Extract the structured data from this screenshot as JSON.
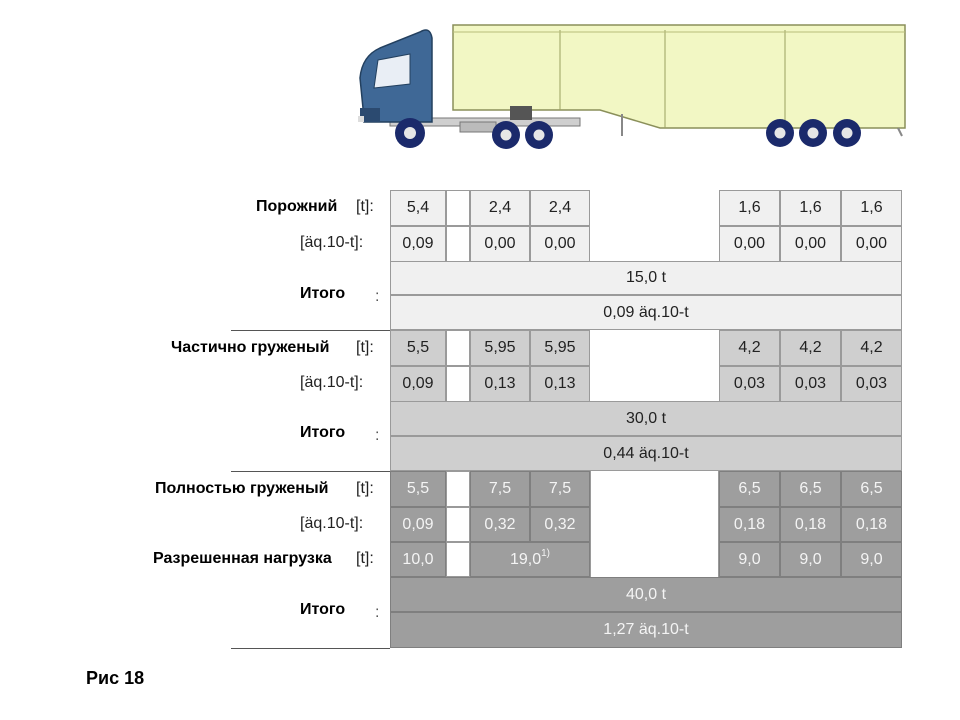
{
  "sections": [
    {
      "label": "Порожний",
      "unit_t": "[t]:",
      "unit_aq": "[äq.10-t]:",
      "t": [
        "5,4",
        "2,4",
        "2,4",
        "1,6",
        "1,6",
        "1,6"
      ],
      "aq": [
        "0,09",
        "0,00",
        "0,00",
        "0,00",
        "0,00",
        "0,00"
      ],
      "total_label": "Итого",
      "total_colon": ":",
      "total_t": "15,0 t",
      "total_aq": "0,09 äq.10-t"
    },
    {
      "label": "Частично груженый",
      "unit_t": "[t]:",
      "unit_aq": "[äq.10-t]:",
      "t": [
        "5,5",
        "5,95",
        "5,95",
        "4,2",
        "4,2",
        "4,2"
      ],
      "aq": [
        "0,09",
        "0,13",
        "0,13",
        "0,03",
        "0,03",
        "0,03"
      ],
      "total_label": "Итого",
      "total_colon": ":",
      "total_t": "30,0 t",
      "total_aq": "0,44 äq.10-t"
    },
    {
      "label": "Полностью груженый",
      "unit_t": "[t]:",
      "unit_aq": "[äq.10-t]:",
      "t": [
        "5,5",
        "7,5",
        "7,5",
        "6,5",
        "6,5",
        "6,5"
      ],
      "aq": [
        "0,09",
        "0,32",
        "0,32",
        "0,18",
        "0,18",
        "0,18"
      ],
      "permitted_label": "Разрешенная нагрузка",
      "permitted_unit": "[t]:",
      "permitted": [
        "10,0",
        "19,0",
        "9,0",
        "9,0",
        "9,0"
      ],
      "permitted_footnote": "1)",
      "total_label": "Итого",
      "total_colon": ":",
      "total_t": "40,0 t",
      "total_aq": "1,27 äq.10-t"
    }
  ],
  "figure_caption": "Рис 18",
  "colors": {
    "cab": "#3f6896",
    "trailer": "#f2f7c4",
    "wheel": "#1b2a6b",
    "empty_fill": "#f0f0f0",
    "partial_fill": "#cfcfcf",
    "full_fill": "#9e9e9e"
  }
}
